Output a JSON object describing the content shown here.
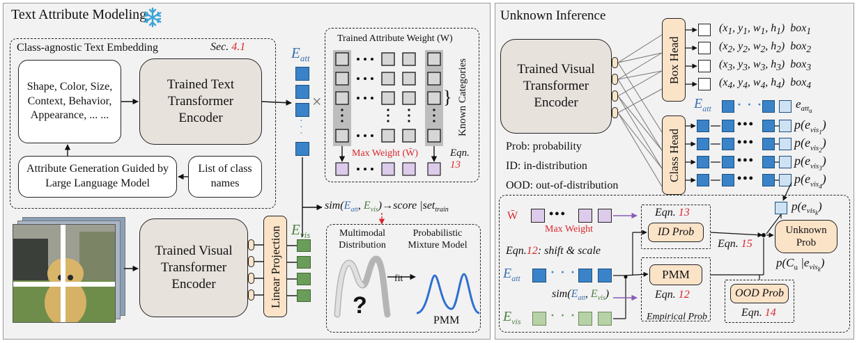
{
  "left_panel": {
    "title": "Text Attribute Modeling",
    "snowflake_icon": "snowflake-icon",
    "text_embedding": {
      "title": "Class-agnostic Text Embedding",
      "sec_prefix": "Sec.",
      "sec_num": "4.1",
      "attributes_text": "Shape, Color, Size, Context, Behavior, Appearance, ... ...",
      "text_encoder": "Trained Text Transformer Encoder",
      "llm_box": "Attribute Generation Guided by Large Language Model",
      "class_names": "List of class names"
    },
    "e_att": "E",
    "e_att_sub": "att",
    "times": "×",
    "weight_box": {
      "title": "Trained Attribute Weight (W)",
      "known_categories": "Known Categories",
      "max_weight": "Max Weight (",
      "max_weight_sym": "W̄",
      "max_weight_end": ")",
      "eqn": "Eqn.",
      "eqn_num": "13"
    },
    "sim_formula": {
      "sim": "sim(",
      "e_att": "E",
      "e_att_sub": "att",
      "comma": ",",
      "e_vis": "E",
      "e_vis_sub": "vis",
      "close": ")",
      "arrow": "→",
      "score": "score |set",
      "score_sub": "train"
    },
    "visual_encoder": "Trained Visual Transformer Encoder",
    "linear_projection": "Linear Projection",
    "e_vis": "E",
    "e_vis_sub": "vis",
    "distribution_box": {
      "multimodal": "Multimodal Distribution",
      "pmm_title": "Probabilistic Mixture Model",
      "fit": "fit",
      "question": "?",
      "pmm": "PMM"
    }
  },
  "right_panel": {
    "title": "Unknown Inference",
    "visual_encoder": "Trained Visual Transformer Encoder",
    "box_head": "Box Head",
    "class_head": "Class Head",
    "boxes": [
      {
        "coords": "(x1, y1, w1, h1)",
        "x": "x",
        "y": "y",
        "w": "w",
        "h": "h",
        "i": "1",
        "label": "box",
        "label_sub": "1"
      },
      {
        "coords": "(x2, y2, w2, h2)",
        "x": "x",
        "y": "y",
        "w": "w",
        "h": "h",
        "i": "2",
        "label": "box",
        "label_sub": "2"
      },
      {
        "coords": "(x3, y3, w3, h3)",
        "x": "x",
        "y": "y",
        "w": "w",
        "h": "h",
        "i": "3",
        "label": "box",
        "label_sub": "3"
      },
      {
        "coords": "(x4, y4, w4, h4)",
        "x": "x",
        "y": "y",
        "w": "w",
        "h": "h",
        "i": "4",
        "label": "box",
        "label_sub": "4"
      }
    ],
    "e_att": "E",
    "e_att_sub": "att",
    "e_att_u": "e",
    "e_att_u_sub": "att",
    "e_att_u_subsub": "u",
    "class_probs": [
      {
        "p": "p(e",
        "sub": "vis",
        "subsub": "1",
        "close": ")"
      },
      {
        "p": "p(e",
        "sub": "vis",
        "subsub": "2",
        "close": ")"
      },
      {
        "p": "p(e",
        "sub": "vis",
        "subsub": "3",
        "close": ")"
      },
      {
        "p": "p(e",
        "sub": "vis",
        "subsub": "4",
        "close": ")"
      }
    ],
    "legend": [
      "Prob: probability",
      "ID: in-distribution",
      "OOD: out-of-distribution"
    ],
    "p_evisk": {
      "p": "p(e",
      "sub": "vis",
      "subsub": "k",
      "close": ")"
    },
    "max_weight_sym": "W̄",
    "max_weight": "Max Weight",
    "eqn13": {
      "eqn": "Eqn.",
      "num": "13"
    },
    "id_prob": "ID Prob",
    "eqn15": {
      "eqn": "Eqn.",
      "num": "15"
    },
    "unknown_prob": "Unknown Prob",
    "p_cu": "p(C",
    "p_cu_sub": "u",
    "p_cu_mid": " |e",
    "p_cu_sub2": "vis",
    "p_cu_subsub": "k",
    "p_cu_close": ")",
    "eqn12_shift": {
      "eqn": "Eqn.",
      "num": "12",
      "rest": ": shift & scale"
    },
    "pmm": "PMM",
    "eqn12": {
      "eqn": "Eqn.",
      "num": "12"
    },
    "sim_formula": {
      "sim": "sim(",
      "e_att": "E",
      "e_att_sub": "att",
      "comma": ", ",
      "e_vis": "E",
      "e_vis_sub": "vis",
      "close": ")"
    },
    "ood_prob": "OOD Prob",
    "eqn14": {
      "eqn": "Eqn.",
      "num": "14"
    },
    "empirical_prob": "Empirical Prob",
    "e_vis": "E",
    "e_vis_sub": "vis"
  },
  "colors": {
    "blue": "#3a83c8",
    "green": "#6a9d5a",
    "purple": "#dccbea",
    "orange": "#fbe3c8",
    "red": "#d9262b",
    "encoder_gray": "#e8e2dd"
  }
}
